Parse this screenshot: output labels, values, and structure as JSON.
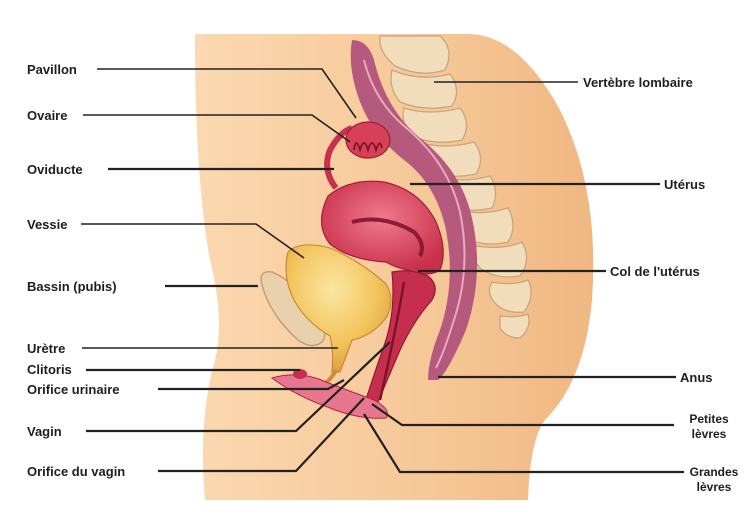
{
  "labels": {
    "pavillon": "Pavillon",
    "ovaire": "Ovaire",
    "oviducte": "Oviducte",
    "vessie": "Vessie",
    "bassin": "Bassin (pubis)",
    "uretre": "Urètre",
    "clitoris": "Clitoris",
    "orifice_urinaire": "Orifice urinaire",
    "vagin": "Vagin",
    "orifice_vagin": "Orifice du vagin",
    "vertebre": "Vertèbre lombaire",
    "uterus": "Utérus",
    "col": "Col de l'utérus",
    "anus": "Anus",
    "petites_levres_1": "Petites",
    "petites_levres_2": "lèvres",
    "grandes_levres_1": "Grandes",
    "grandes_levres_2": "lèvres"
  },
  "colors": {
    "skin": "#f6c99a",
    "skin_shade": "#efb47e",
    "organ_pink": "#d9435e",
    "organ_dark": "#b4213f",
    "rectum": "#b5557a",
    "bone": "#f3dfc0",
    "bladder": "#f2c45a"
  }
}
